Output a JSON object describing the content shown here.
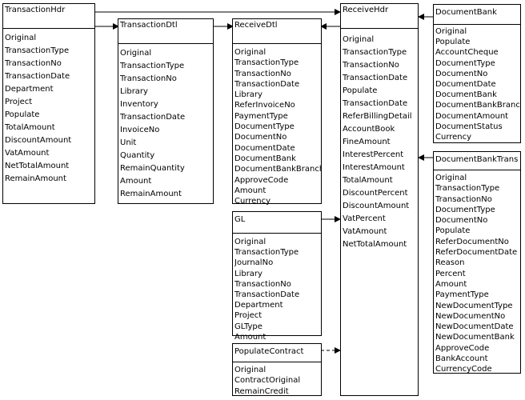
{
  "entities": {
    "transactionHdr": {
      "name": "TransactionHdr",
      "fields": [
        "Original",
        "TransactionType",
        "TransactionNo",
        "TransactionDate",
        "Department",
        "Project",
        "Populate",
        "TotalAmount",
        "DiscountAmount",
        "VatAmount",
        "NetTotalAmount",
        "RemainAmount"
      ]
    },
    "transactionDtl": {
      "name": "TransactionDtl",
      "fields": [
        "Original",
        "TransactionType",
        "TransactionNo",
        "Library",
        "Inventory",
        "TransactionDate",
        "InvoiceNo",
        "Unit",
        "Quantity",
        "RemainQuantity",
        "Amount",
        "RemainAmount"
      ]
    },
    "receiveDtl": {
      "name": "ReceiveDtl",
      "fields": [
        "Original",
        "TransactionType",
        "TransactionNo",
        "TransactionDate",
        "Library",
        "ReferInvoiceNo",
        "PaymentType",
        "DocumentType",
        "DocumentNo",
        "DocumentDate",
        "DocumentBank",
        "DocumentBankBranch",
        "ApproveCode",
        "Amount",
        "Currency"
      ]
    },
    "gl": {
      "name": "GL",
      "fields": [
        "Original",
        "TransactionType",
        "JournalNo",
        "Library",
        "TransactionNo",
        "TransactionDate",
        "Department",
        "Project",
        "GLType",
        "Amount"
      ]
    },
    "populateContract": {
      "name": "PopulateContract",
      "fields": [
        "Original",
        "ContractOriginal",
        "RemainCredit"
      ]
    },
    "receiveHdr": {
      "name": "ReceiveHdr",
      "fields": [
        "Original",
        "TransactionType",
        "TransactionNo",
        "TransactionDate",
        "Populate",
        "TransactionDate",
        "ReferBillingDetail",
        "AccountBook",
        "FineAmount",
        "InterestPercent",
        "InterestAmount",
        "TotalAmount",
        "DiscountPercent",
        "DiscountAmount",
        "VatPercent",
        "VatAmount",
        "NetTotalAmount"
      ]
    },
    "documentBank": {
      "name": "DocumentBank",
      "fields": [
        "Original",
        "Populate",
        "AccountCheque",
        "DocumentType",
        "DocumentNo",
        "DocumentDate",
        "DocumentBank",
        "DocumentBankBranch",
        "DocumentAmount",
        "DocumentStatus",
        "Currency"
      ]
    },
    "documentBankTrans": {
      "name": "DocumentBankTrans",
      "fields": [
        "Original",
        "TransactionType",
        "TransactionNo",
        "DocumentType",
        "DocumentNo",
        "Populate",
        "ReferDocumentNo",
        "ReferDocumentDate",
        "Reason",
        "Percent",
        "Amount",
        "PaymentType",
        "NewDocumentType",
        "NewDocumentNo",
        "NewDocumentDate",
        "NewDocumentBank",
        "ApproveCode",
        "BankAccount",
        "CurrencyCode"
      ]
    }
  }
}
